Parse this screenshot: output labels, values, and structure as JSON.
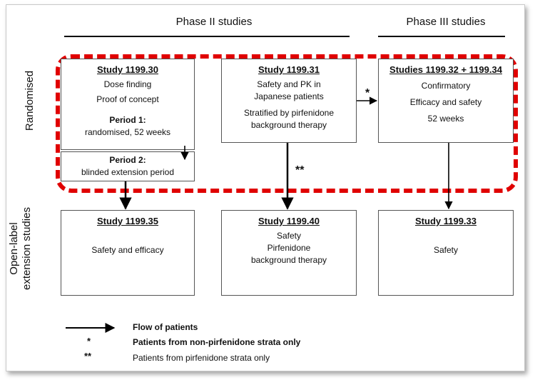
{
  "headers": {
    "phase2": "Phase II studies",
    "phase3": "Phase III studies",
    "randomised": "Randomised",
    "open_label_1": "Open-label",
    "open_label_2": "extension studies"
  },
  "boxes": {
    "s30": {
      "title": "Study 1199.30",
      "line1": "Dose finding",
      "line2": "Proof of concept",
      "period1_title": "Period 1:",
      "period1_text": "randomised, 52 weeks"
    },
    "p2": {
      "title": "Period 2:",
      "text": "blinded extension period"
    },
    "s31": {
      "title": "Study 1199.31",
      "line1": "Safety and PK in",
      "line2": "Japanese patients",
      "line3": "Stratified by pirfenidone",
      "line4": "background therapy"
    },
    "s32": {
      "title": "Studies 1199.32 + 1199.34",
      "line1": "Confirmatory",
      "line2": "Efficacy and safety",
      "line3": "52 weeks"
    },
    "s35": {
      "title": "Study 1199.35",
      "line1": "Safety and efficacy"
    },
    "s40": {
      "title": "Study 1199.40",
      "line1": "Safety",
      "line2": "Pirfenidone",
      "line3": "background therapy"
    },
    "s33": {
      "title": "Study 1199.33",
      "line1": "Safety"
    }
  },
  "marks": {
    "single": "*",
    "double": "**"
  },
  "legend": {
    "flow": "Flow of patients",
    "single_sym": "*",
    "single_text": "Patients from non-pirfenidone strata only",
    "double_sym": "**",
    "double_text": "Patients from pirfenidone strata only"
  },
  "colors": {
    "dash": "#e00000",
    "box_border": "#555555"
  }
}
